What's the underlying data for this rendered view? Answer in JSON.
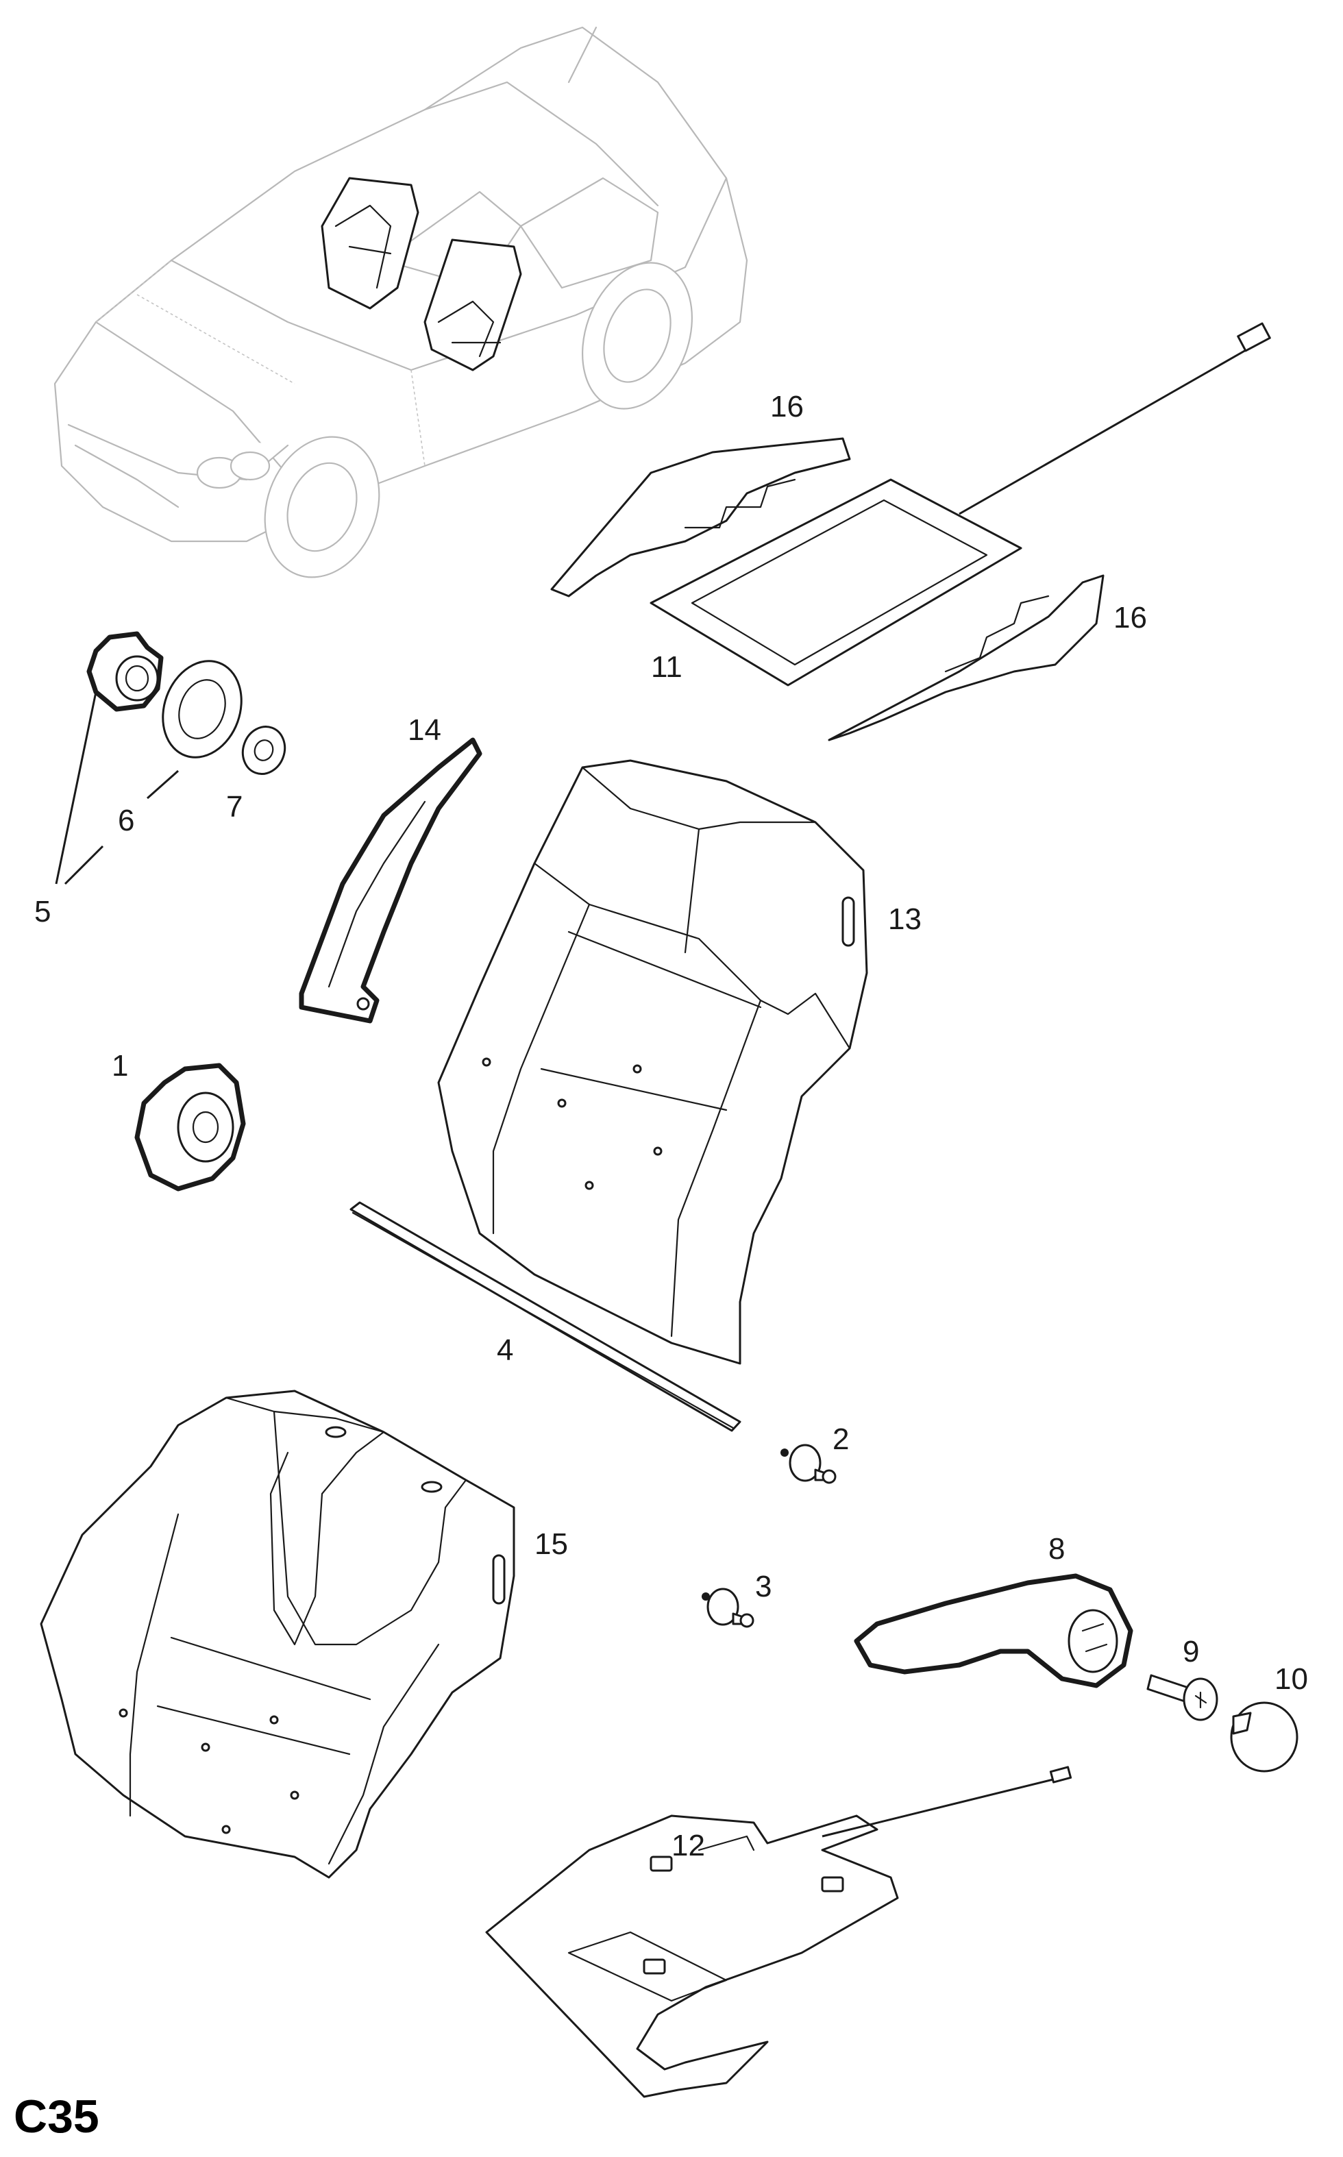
{
  "diagram": {
    "page_code": "C35",
    "callouts": {
      "c1": "1",
      "c2": "2",
      "c3": "3",
      "c4": "4",
      "c5": "5",
      "c6": "6",
      "c7": "7",
      "c8": "8",
      "c9": "9",
      "c10": "10",
      "c11": "11",
      "c12": "12",
      "c13": "13",
      "c14": "14",
      "c15": "15",
      "c16a": "16",
      "c16b": "16"
    }
  }
}
